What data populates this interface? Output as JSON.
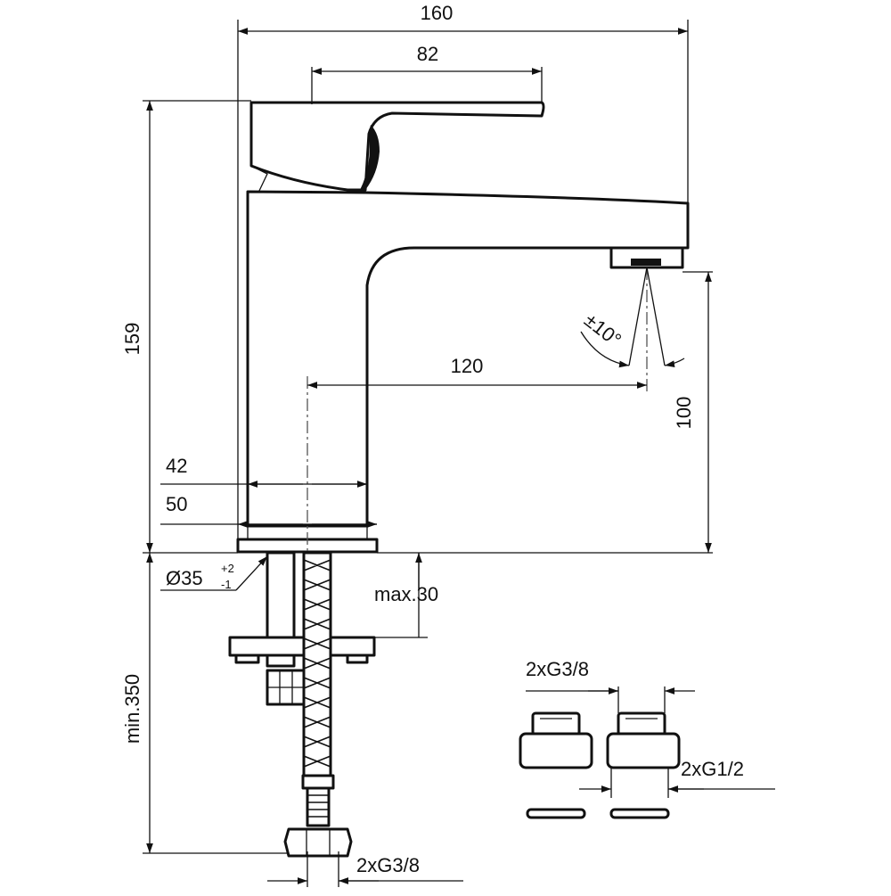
{
  "dimensions": {
    "overall_width": "160",
    "lever_length": "82",
    "height_total": "159",
    "spout_reach": "120",
    "outlet_height": "100",
    "body_width_upper": "42",
    "body_width_base": "50",
    "hole_diameter_base": "Ø35",
    "hole_tol_plus": "+2",
    "hole_tol_minus": "-1",
    "max_deck_thickness": "max.30",
    "hose_min_length": "min.350",
    "hose_connection": "2xG3/8",
    "adapter_inner_thread": "2xG3/8",
    "adapter_outer_thread": "2xG1/2",
    "spray_angle": "±10°"
  }
}
